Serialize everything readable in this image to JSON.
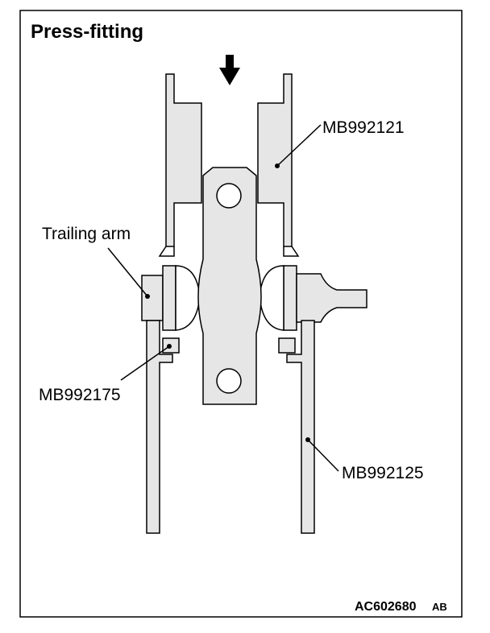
{
  "title": "Press-fitting",
  "callouts": {
    "tool_upper": "MB992121",
    "trailing_arm": "Trailing arm",
    "tool_ring": "MB992175",
    "tool_lower": "MB992125"
  },
  "figure_id": {
    "code": "AC602680",
    "suffix": "AB"
  },
  "colors": {
    "line": "#000000",
    "part_fill": "#e6e6e6",
    "background": "#ffffff"
  }
}
